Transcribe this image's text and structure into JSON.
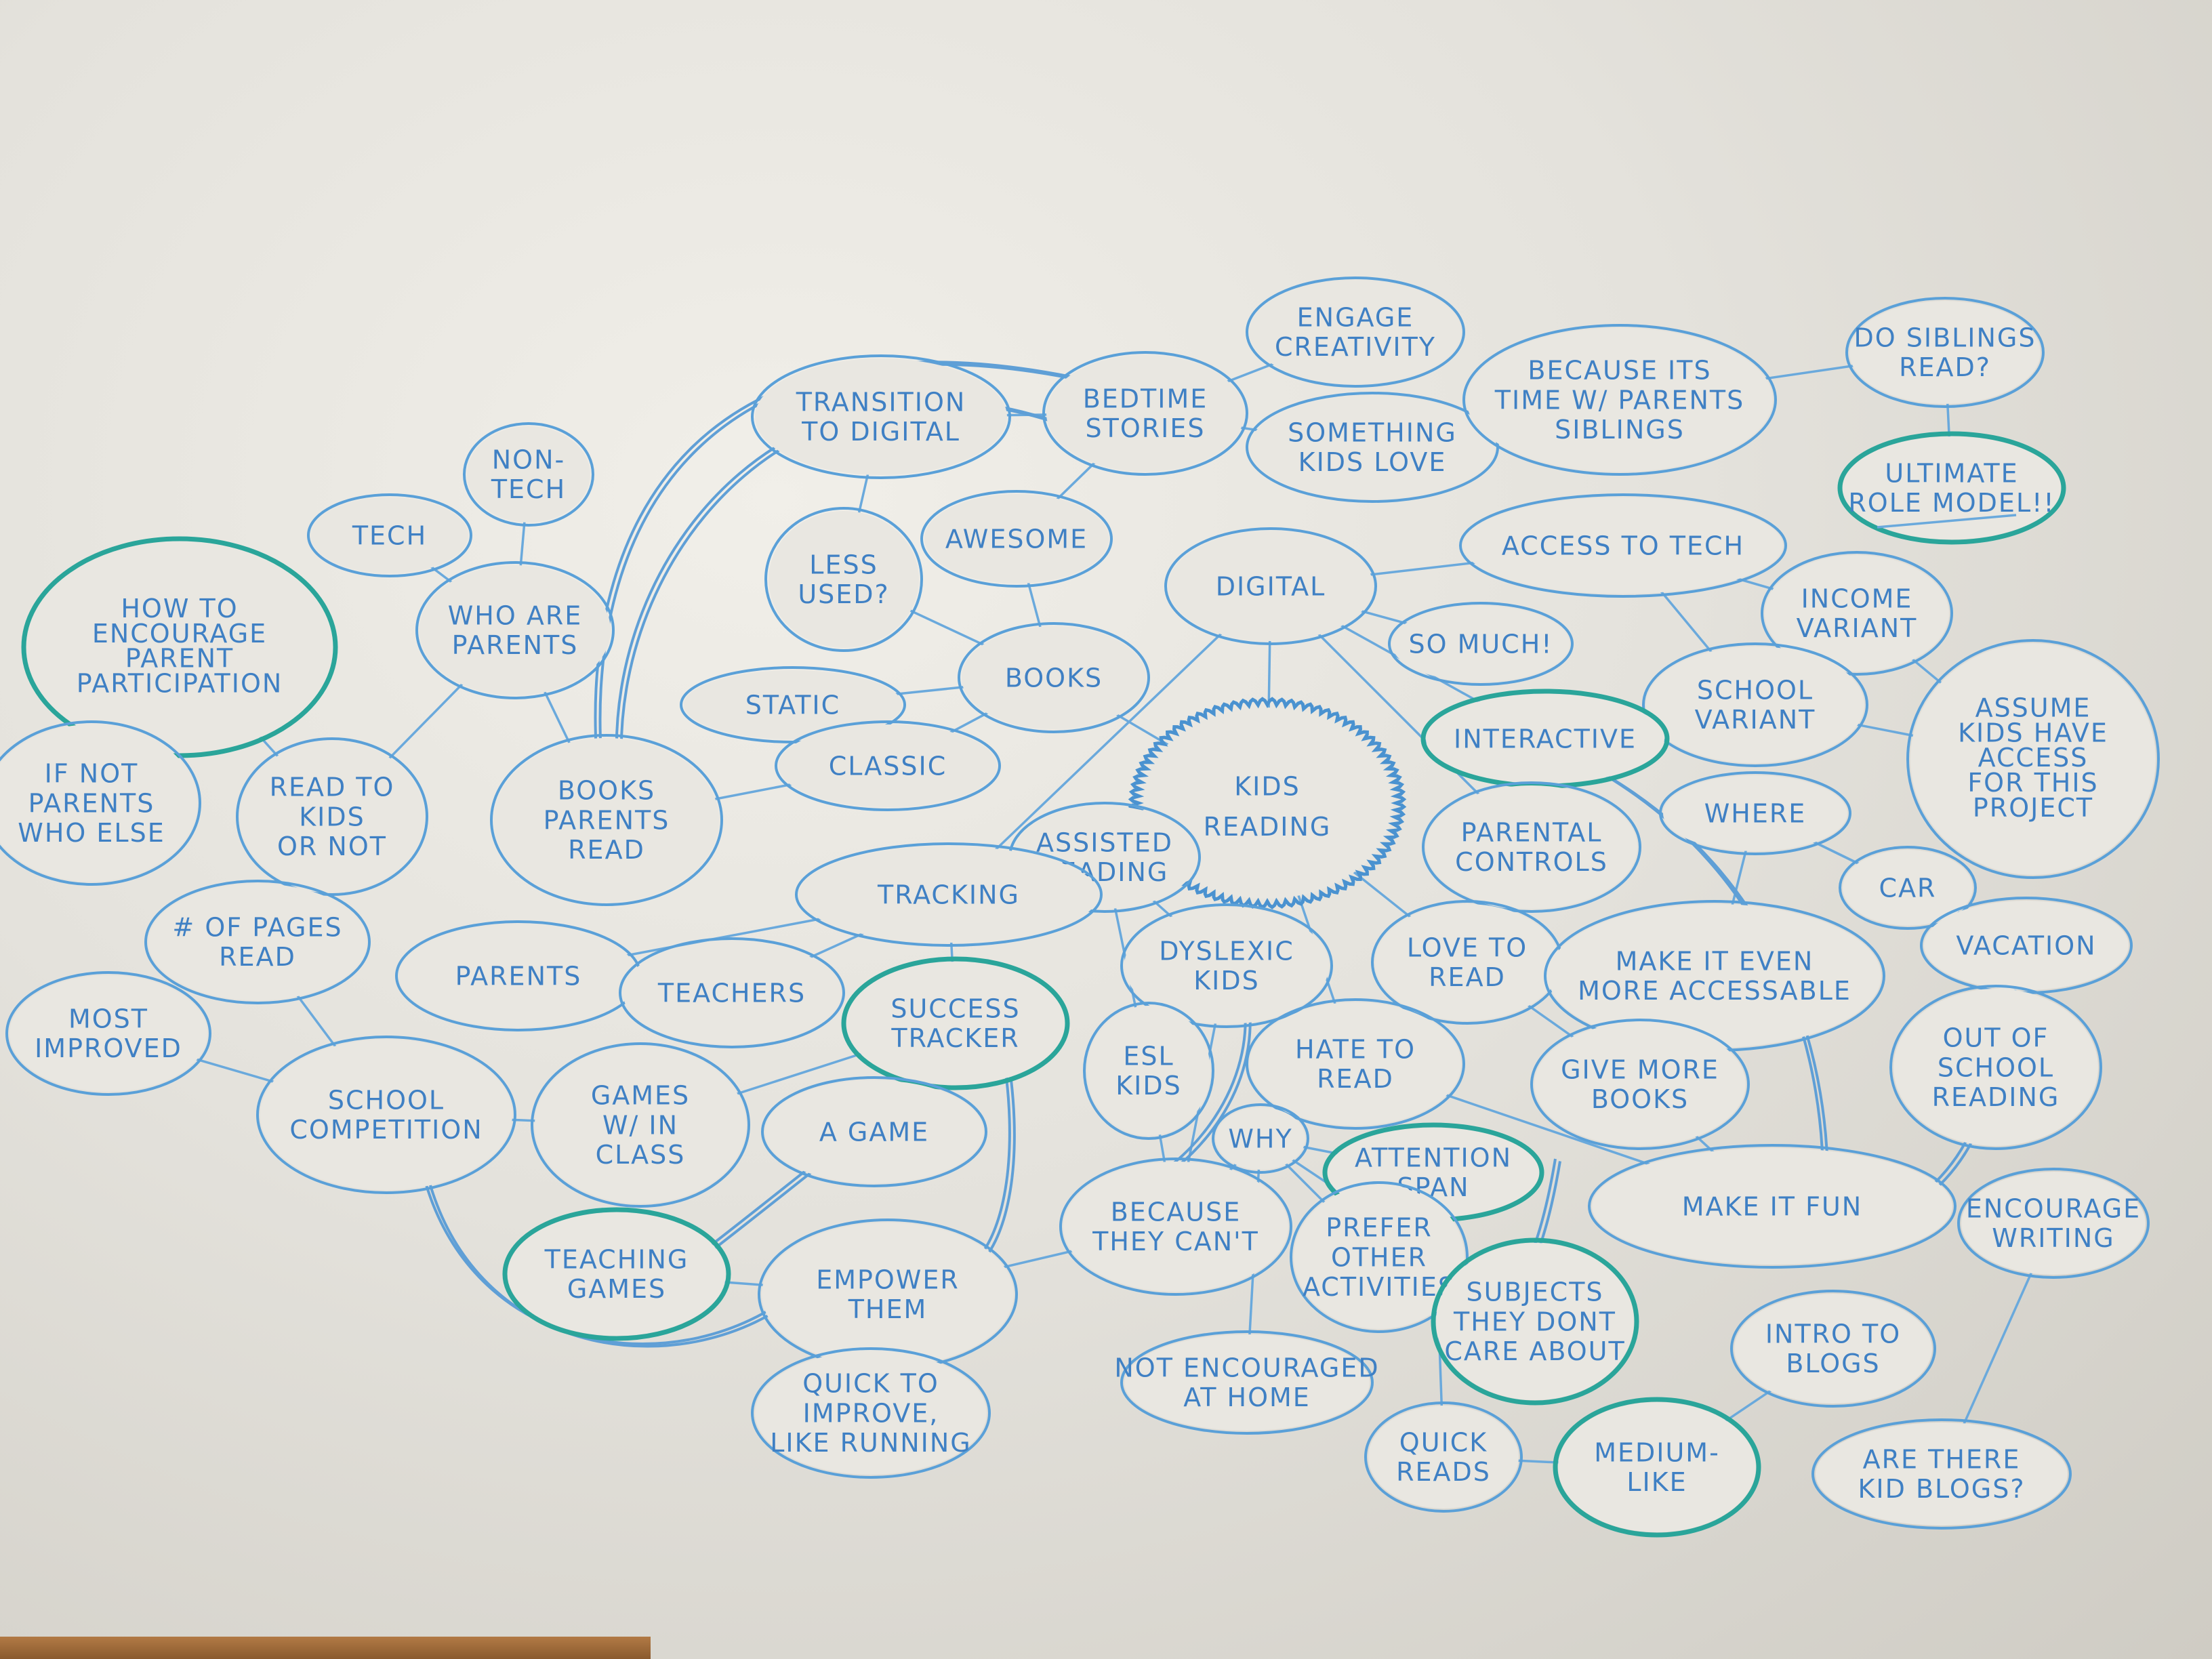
{
  "diagram": {
    "colors": {
      "marker_blue": "#3f80c4",
      "marker_teal": "#2aa59a",
      "board": "#e9e7e1"
    },
    "nodes": [
      {
        "id": "kids-reading",
        "lines": [
          "KIDS",
          "READING"
        ],
        "style": "center"
      },
      {
        "id": "how-to-encourage",
        "lines": [
          "HOW TO",
          "ENCOURAGE",
          "PARENT",
          "PARTICIPATION"
        ],
        "style": "teal"
      },
      {
        "id": "if-not-parents",
        "lines": [
          "IF NOT",
          "PARENTS",
          "WHO ELSE"
        ]
      },
      {
        "id": "read-to-kids",
        "lines": [
          "READ TO",
          "KIDS",
          "OR NOT"
        ]
      },
      {
        "id": "tech",
        "lines": [
          "TECH"
        ]
      },
      {
        "id": "non-tech",
        "lines": [
          "NON-",
          "TECH"
        ]
      },
      {
        "id": "who-are-parents",
        "lines": [
          "WHO ARE",
          "PARENTS"
        ]
      },
      {
        "id": "books-parents-read",
        "lines": [
          "BOOKS",
          "PARENTS",
          "READ"
        ]
      },
      {
        "id": "transition-to-digital",
        "lines": [
          "TRANSITION",
          "TO DIGITAL"
        ]
      },
      {
        "id": "bedtime-stories",
        "lines": [
          "BEDTIME",
          "STORIES"
        ]
      },
      {
        "id": "engage-creativity",
        "lines": [
          "ENGAGE",
          "CREATIVITY"
        ]
      },
      {
        "id": "something-kids-love",
        "lines": [
          "SOMETHING",
          "KIDS LOVE"
        ]
      },
      {
        "id": "because-its-time",
        "lines": [
          "BECAUSE ITS",
          "TIME W/ PARENTS",
          "SIBLINGS"
        ]
      },
      {
        "id": "do-siblings-read",
        "lines": [
          "DO SIBLINGS",
          "READ?"
        ]
      },
      {
        "id": "ultimate-role-model",
        "lines": [
          "ULTIMATE",
          "ROLE MODEL!!"
        ],
        "style": "teal"
      },
      {
        "id": "less-used",
        "lines": [
          "LESS",
          "USED?"
        ]
      },
      {
        "id": "awesome",
        "lines": [
          "AWESOME"
        ]
      },
      {
        "id": "books",
        "lines": [
          "BOOKS"
        ]
      },
      {
        "id": "static",
        "lines": [
          "STATIC"
        ]
      },
      {
        "id": "classic",
        "lines": [
          "CLASSIC"
        ]
      },
      {
        "id": "digital",
        "lines": [
          "DIGITAL"
        ]
      },
      {
        "id": "access-to-tech",
        "lines": [
          "ACCESS TO TECH"
        ]
      },
      {
        "id": "so-much",
        "lines": [
          "SO MUCH!"
        ]
      },
      {
        "id": "income-variant",
        "lines": [
          "INCOME",
          "VARIANT"
        ]
      },
      {
        "id": "school-variant",
        "lines": [
          "SCHOOL",
          "VARIANT"
        ]
      },
      {
        "id": "interactive",
        "lines": [
          "INTERACTIVE"
        ],
        "style": "teal"
      },
      {
        "id": "assume-kids",
        "lines": [
          "ASSUME",
          "KIDS HAVE",
          "ACCESS",
          "FOR THIS",
          "PROJECT"
        ]
      },
      {
        "id": "parental-controls",
        "lines": [
          "PARENTAL",
          "CONTROLS"
        ]
      },
      {
        "id": "where",
        "lines": [
          "WHERE"
        ]
      },
      {
        "id": "car",
        "lines": [
          "CAR"
        ]
      },
      {
        "id": "vacation",
        "lines": [
          "VACATION"
        ]
      },
      {
        "id": "love-to-read",
        "lines": [
          "LOVE TO",
          "READ"
        ]
      },
      {
        "id": "make-it-even",
        "lines": [
          "MAKE IT EVEN",
          "MORE ACCESSABLE"
        ]
      },
      {
        "id": "out-of-school",
        "lines": [
          "OUT OF",
          "SCHOOL",
          "READING"
        ]
      },
      {
        "id": "assisted-reading",
        "lines": [
          "ASSISTED",
          "READING"
        ]
      },
      {
        "id": "tracking",
        "lines": [
          "TRACKING"
        ]
      },
      {
        "id": "parents",
        "lines": [
          "PARENTS"
        ]
      },
      {
        "id": "teachers",
        "lines": [
          "TEACHERS"
        ]
      },
      {
        "id": "success-tracker",
        "lines": [
          "SUCCESS",
          "TRACKER"
        ],
        "style": "teal"
      },
      {
        "id": "num-pages",
        "lines": [
          "# OF PAGES",
          "READ"
        ]
      },
      {
        "id": "most-improved",
        "lines": [
          "MOST",
          "IMPROVED"
        ]
      },
      {
        "id": "school-competition",
        "lines": [
          "SCHOOL",
          "COMPETITION"
        ]
      },
      {
        "id": "games-in-class",
        "lines": [
          "GAMES",
          "W/ IN",
          "CLASS"
        ]
      },
      {
        "id": "a-game",
        "lines": [
          "A GAME"
        ]
      },
      {
        "id": "teaching-games",
        "lines": [
          "TEACHING",
          "GAMES"
        ],
        "style": "teal"
      },
      {
        "id": "empower-them",
        "lines": [
          "EMPOWER",
          "THEM"
        ]
      },
      {
        "id": "quick-to-improve",
        "lines": [
          "QUICK TO",
          "IMPROVE,",
          "LIKE RUNNING"
        ]
      },
      {
        "id": "dyslexic-kids",
        "lines": [
          "DYSLEXIC",
          "KIDS"
        ]
      },
      {
        "id": "esl-kids",
        "lines": [
          "ESL",
          "KIDS"
        ]
      },
      {
        "id": "hate-to-read",
        "lines": [
          "HATE TO",
          "READ"
        ]
      },
      {
        "id": "give-more-books",
        "lines": [
          "GIVE MORE",
          "BOOKS"
        ]
      },
      {
        "id": "why",
        "lines": [
          "WHY"
        ]
      },
      {
        "id": "attention-span",
        "lines": [
          "ATTENTION",
          "SPAN"
        ],
        "style": "teal"
      },
      {
        "id": "make-it-fun",
        "lines": [
          "MAKE IT FUN"
        ]
      },
      {
        "id": "because-they-cant",
        "lines": [
          "BECAUSE",
          "THEY CAN'T"
        ]
      },
      {
        "id": "prefer-other",
        "lines": [
          "PREFER",
          "OTHER",
          "ACTIVITIES"
        ]
      },
      {
        "id": "subjects-dont-care",
        "lines": [
          "SUBJECTS",
          "THEY DONT",
          "CARE ABOUT"
        ],
        "style": "teal"
      },
      {
        "id": "encourage-writing",
        "lines": [
          "ENCOURAGE",
          "WRITING"
        ]
      },
      {
        "id": "not-encouraged",
        "lines": [
          "NOT ENCOURAGED",
          "AT HOME"
        ]
      },
      {
        "id": "quick-reads",
        "lines": [
          "QUICK",
          "READS"
        ]
      },
      {
        "id": "medium-like",
        "lines": [
          "MEDIUM-",
          "LIKE"
        ],
        "style": "teal"
      },
      {
        "id": "intro-to-blogs",
        "lines": [
          "INTRO TO",
          "BLOGS"
        ]
      },
      {
        "id": "are-there-kid-blogs",
        "lines": [
          "ARE THERE",
          "KID BLOGS?"
        ]
      }
    ]
  }
}
